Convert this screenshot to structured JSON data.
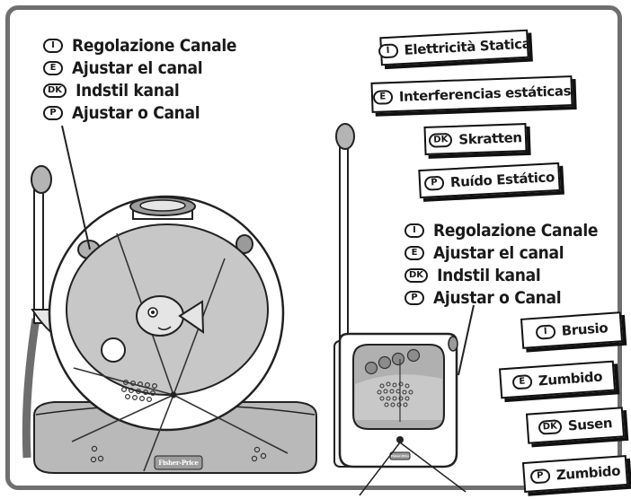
{
  "channel_labels": [
    {
      "code": "I",
      "text": "Regolazione Canale"
    },
    {
      "code": "E",
      "text": "Ajustar el canal"
    },
    {
      "code": "DK",
      "text": "Indstil kanal"
    },
    {
      "code": "P",
      "text": "Ajustar o Canal"
    }
  ],
  "static_tags": [
    {
      "code": "I",
      "text": "Elettricità Statica"
    },
    {
      "code": "E",
      "text": "Interferencias estáticas"
    },
    {
      "code": "DK",
      "text": "Skratten"
    },
    {
      "code": "P",
      "text": "Ruído Estático"
    }
  ],
  "hum_tags": [
    {
      "code": "I",
      "text": "Brusio"
    },
    {
      "code": "E",
      "text": "Zumbido"
    },
    {
      "code": "DK",
      "text": "Susen"
    },
    {
      "code": "P",
      "text": "Zumbido"
    }
  ],
  "logo": {
    "text": "Fisher-Price",
    "small_text": "Fisher-Price"
  }
}
